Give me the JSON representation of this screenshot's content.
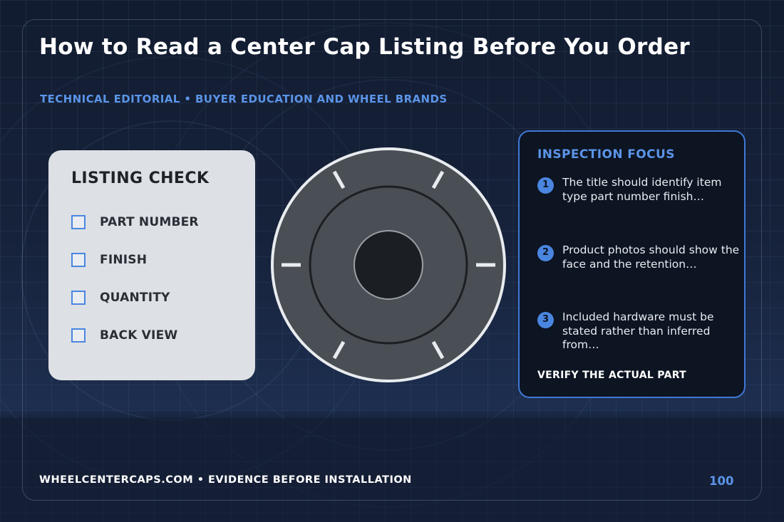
{
  "header": {
    "title": "How to Read a Center Cap Listing Before You Order",
    "subtitle": "TECHNICAL EDITORIAL • BUYER EDUCATION AND WHEEL BRANDS"
  },
  "checklist": {
    "title": "LISTING CHECK",
    "items": [
      {
        "label": "PART NUMBER"
      },
      {
        "label": "FINISH"
      },
      {
        "label": "QUANTITY"
      },
      {
        "label": "BACK VIEW"
      }
    ]
  },
  "center_cap": {
    "icon": "center-cap-illustration"
  },
  "inspection": {
    "title": "INSPECTION FOCUS",
    "steps": [
      {
        "number": "1",
        "text": "The title should identify item type part number finish…"
      },
      {
        "number": "2",
        "text": "Product photos should show the face and the retention…"
      },
      {
        "number": "3",
        "text": "Included hardware must be stated rather than inferred from…"
      }
    ],
    "footer": "VERIFY THE ACTUAL PART"
  },
  "footer": {
    "left": "WHEELCENTERCAPS.COM • EVIDENCE BEFORE INSTALLATION",
    "page_number": "100"
  },
  "colors": {
    "accent": "#5b94e8",
    "panel_border": "#3f78d6",
    "card_background": "#dde0e5",
    "cap_body": "#4a4f55"
  }
}
